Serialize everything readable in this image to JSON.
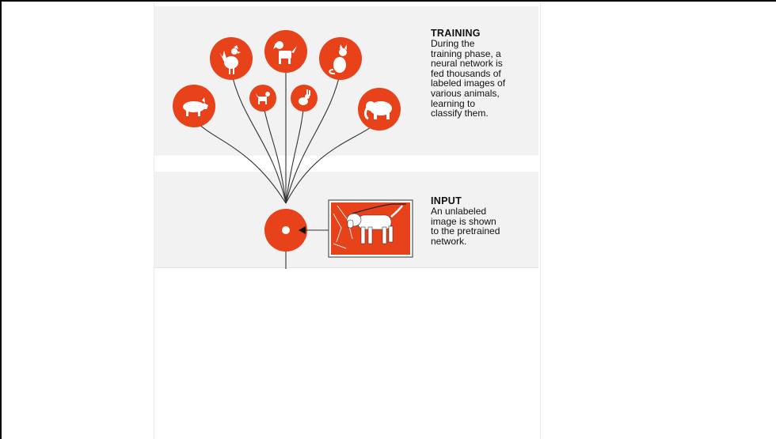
{
  "training": {
    "heading": "TRAINING",
    "text": "During the\ntraining phase, a\nneural network is\nfed thousands of\nlabeled images of\nvarious animals,\nlearning to\nclassify them."
  },
  "input": {
    "heading": "INPUT",
    "text": "An unlabeled\nimage is shown\nto the pretrained\nnetwork."
  },
  "colors": {
    "accent": "#e8421a",
    "panel": "#f2f2f2",
    "line": "#333333"
  },
  "icons": [
    "pig-icon",
    "rooster-icon",
    "small-dog-icon",
    "dog-icon",
    "rabbit-icon",
    "cat-icon",
    "elephant-icon"
  ]
}
